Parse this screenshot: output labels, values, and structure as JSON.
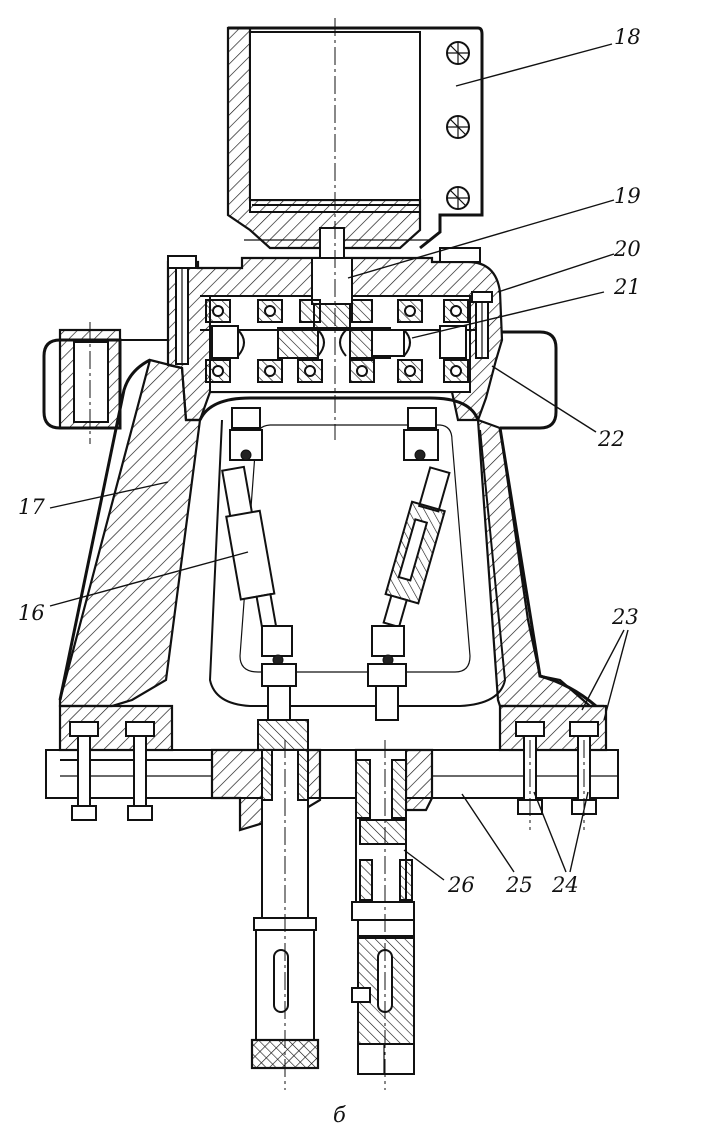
{
  "labels": {
    "l16": "16",
    "l17": "17",
    "l18": "18",
    "l19": "19",
    "l20": "20",
    "l21": "21",
    "l22": "22",
    "l23": "23",
    "l24": "24",
    "l25": "25",
    "l26": "26",
    "caption": "б"
  },
  "icons": [
    "hatching-pattern",
    "bolt-icon",
    "bearing-icon",
    "universal-joint-icon",
    "centerline"
  ]
}
